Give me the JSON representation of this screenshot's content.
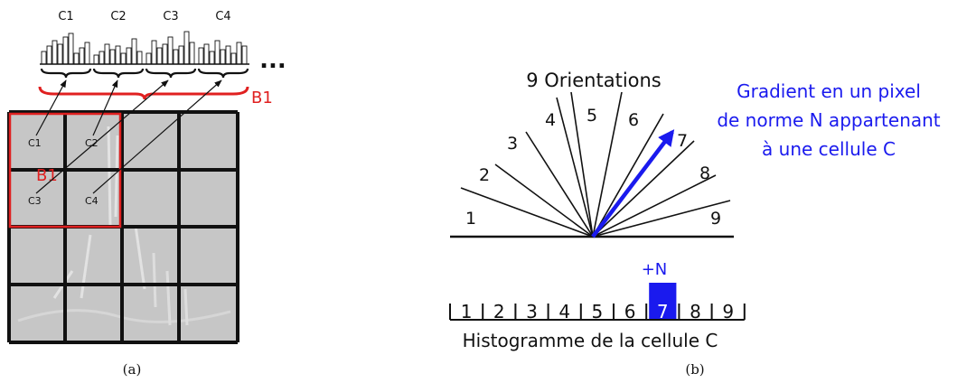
{
  "panel_a": {
    "caption": "(a)",
    "hist_labels": [
      "C1",
      "C2",
      "C3",
      "C4"
    ],
    "ellipsis": "...",
    "block_label_top": "B1",
    "block_label_grid": "B1",
    "cell_labels": [
      "C1",
      "C2",
      "C3",
      "C4"
    ],
    "hist_bars": [
      [
        14,
        20,
        26,
        22,
        30,
        34,
        12,
        18,
        24
      ],
      [
        10,
        14,
        22,
        16,
        20,
        12,
        18,
        28,
        14
      ],
      [
        12,
        26,
        18,
        22,
        30,
        16,
        20,
        36,
        24
      ],
      [
        18,
        22,
        14,
        26,
        16,
        20,
        12,
        24,
        20
      ]
    ],
    "colors": {
      "block": "#e02020",
      "grid": "#111111",
      "cell_bg": "#c6c6c6"
    }
  },
  "panel_b": {
    "caption": "(b)",
    "title": "9 Orientations",
    "orientation_labels": [
      "1",
      "2",
      "3",
      "4",
      "5",
      "6",
      "7",
      "8",
      "9"
    ],
    "gradient_text": [
      "Gradient en un pixel",
      "de norme N appartenant",
      "à une cellule C"
    ],
    "bin_labels": [
      "1",
      "2",
      "3",
      "4",
      "5",
      "6",
      "7",
      "8",
      "9"
    ],
    "highlight_bin": 7,
    "increment_label": "+N",
    "histogram_caption": "Histogramme de la cellule C",
    "colors": {
      "arrow": "#1a1aee",
      "text_blue": "#1a1aee",
      "highlight": "#1a1aee"
    }
  }
}
